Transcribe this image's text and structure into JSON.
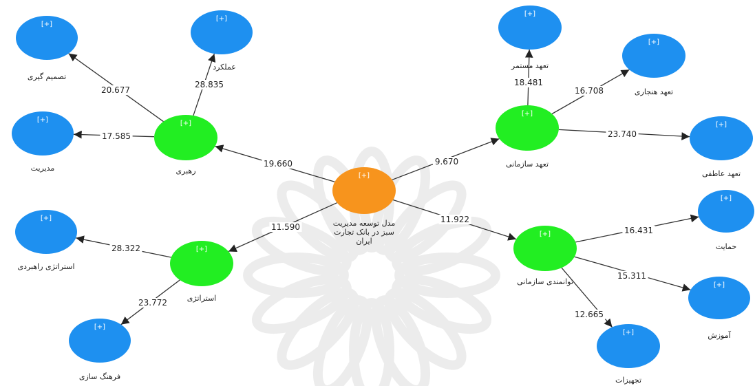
{
  "colors": {
    "central": "#F7941D",
    "latent": "#22EE22",
    "indicator": "#1E90F0",
    "edge": "#333333"
  },
  "expand_marker": "[+]",
  "nodes": [
    {
      "id": "central",
      "kind": "central",
      "label_lines": [
        "مدل توسعه مدیریت",
        "سبز در بانک تجارت",
        "ایران"
      ]
    },
    {
      "id": "rahbari",
      "kind": "latent",
      "label_lines": [
        "رهبری"
      ]
    },
    {
      "id": "tahod",
      "kind": "latent",
      "label_lines": [
        "تعهد سازمانی"
      ]
    },
    {
      "id": "estrategi",
      "kind": "latent",
      "label_lines": [
        "استراتژی"
      ]
    },
    {
      "id": "tavanmandi",
      "kind": "latent",
      "label_lines": [
        "توانمندی سازمانی"
      ]
    },
    {
      "id": "tasmim",
      "kind": "indicator",
      "label_lines": [
        "تصمیم گیری"
      ]
    },
    {
      "id": "amalkard",
      "kind": "indicator",
      "label_lines": [
        "عملکرد"
      ]
    },
    {
      "id": "modiriat",
      "kind": "indicator",
      "label_lines": [
        "مدیریت"
      ]
    },
    {
      "id": "mostamar",
      "kind": "indicator",
      "label_lines": [
        "تعهد مستمر"
      ]
    },
    {
      "id": "hanjari",
      "kind": "indicator",
      "label_lines": [
        "تعهد هنجاری"
      ]
    },
    {
      "id": "atefi",
      "kind": "indicator",
      "label_lines": [
        "تعهد عاطفی"
      ]
    },
    {
      "id": "rahbordi",
      "kind": "indicator",
      "label_lines": [
        "استراتژی راهبردی"
      ]
    },
    {
      "id": "farhang",
      "kind": "indicator",
      "label_lines": [
        "فرهنگ سازی"
      ]
    },
    {
      "id": "hemayat",
      "kind": "indicator",
      "label_lines": [
        "حمایت"
      ]
    },
    {
      "id": "amoozesh",
      "kind": "indicator",
      "label_lines": [
        "آموزش"
      ]
    },
    {
      "id": "tajhizat",
      "kind": "indicator",
      "label_lines": [
        "تجهیزات"
      ]
    }
  ],
  "edges": [
    {
      "from": "central",
      "to": "rahbari",
      "value": "19.660"
    },
    {
      "from": "central",
      "to": "tahod",
      "value": "9.670"
    },
    {
      "from": "central",
      "to": "estrategi",
      "value": "11.590"
    },
    {
      "from": "central",
      "to": "tavanmandi",
      "value": "11.922"
    },
    {
      "from": "rahbari",
      "to": "tasmim",
      "value": "20.677"
    },
    {
      "from": "rahbari",
      "to": "amalkard",
      "value": "28.835"
    },
    {
      "from": "rahbari",
      "to": "modiriat",
      "value": "17.585"
    },
    {
      "from": "tahod",
      "to": "mostamar",
      "value": "18.481"
    },
    {
      "from": "tahod",
      "to": "hanjari",
      "value": "16.708"
    },
    {
      "from": "tahod",
      "to": "atefi",
      "value": "23.740"
    },
    {
      "from": "estrategi",
      "to": "rahbordi",
      "value": "28.322"
    },
    {
      "from": "estrategi",
      "to": "farhang",
      "value": "23.772"
    },
    {
      "from": "tavanmandi",
      "to": "hemayat",
      "value": "16.431"
    },
    {
      "from": "tavanmandi",
      "to": "amoozesh",
      "value": "15.311"
    },
    {
      "from": "tavanmandi",
      "to": "tajhizat",
      "value": "12.665"
    }
  ]
}
